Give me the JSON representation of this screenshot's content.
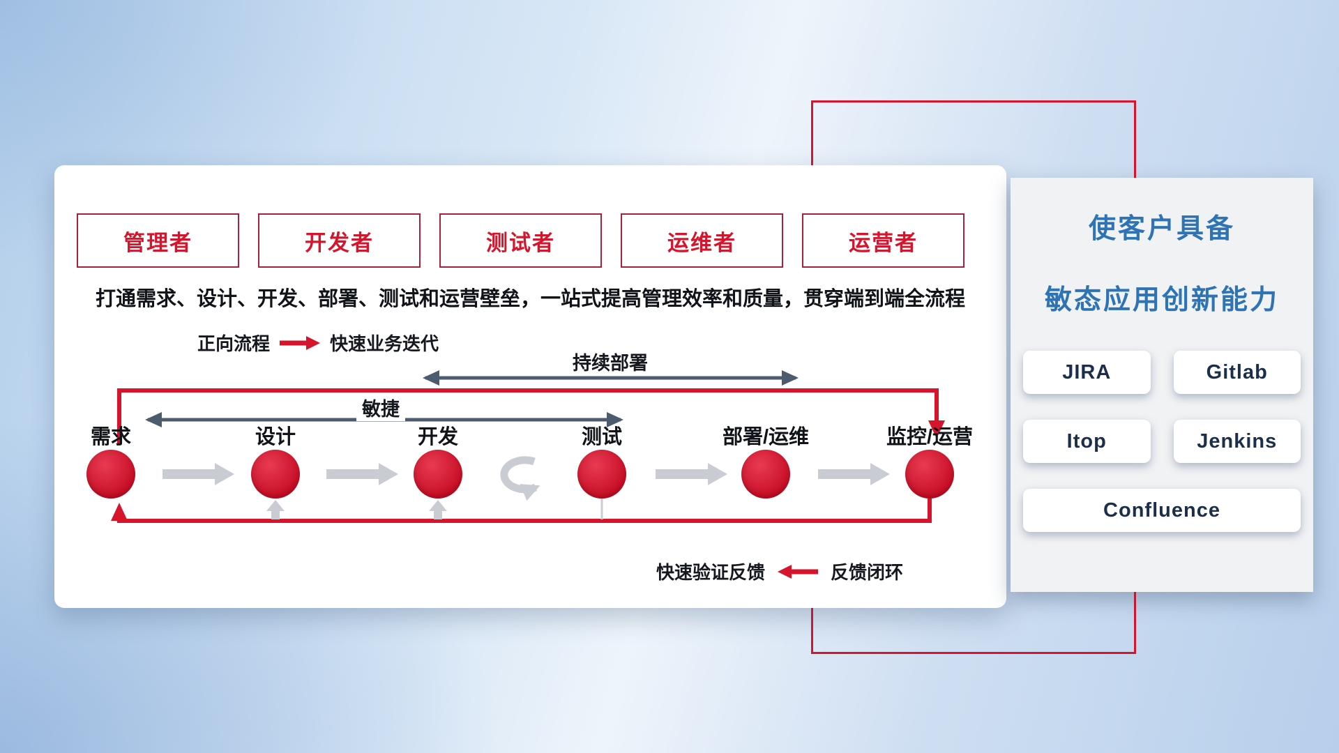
{
  "slide": {
    "roles": [
      "管理者",
      "开发者",
      "测试者",
      "运维者",
      "运营者"
    ],
    "description": "打通需求、设计、开发、部署、测试和运营壁垒，一站式提高管理效率和质量，贯穿端到端全流程",
    "legend_forward": {
      "label": "正向流程",
      "meaning": "快速业务迭代"
    },
    "legend_feedback": {
      "label": "快速验证反馈",
      "meaning": "反馈闭环"
    },
    "flow": {
      "stages": [
        "需求",
        "设计",
        "开发",
        "测试",
        "部署/运维",
        "监控/运营"
      ],
      "agile_span_label": "敏捷",
      "continuous_deploy_label": "持续部署"
    },
    "benefit_panel": {
      "title_line1": "使客户具备",
      "title_line2": "敏态应用创新能力",
      "tools": [
        "JIRA",
        "Gitlab",
        "Itop",
        "Jenkins",
        "Confluence"
      ]
    },
    "colors": {
      "accent_red": "#d6152c",
      "title_blue": "#2e74b5",
      "dark_arrow": "#4d5b6e",
      "gray_arrow": "#c9cdd3"
    }
  }
}
